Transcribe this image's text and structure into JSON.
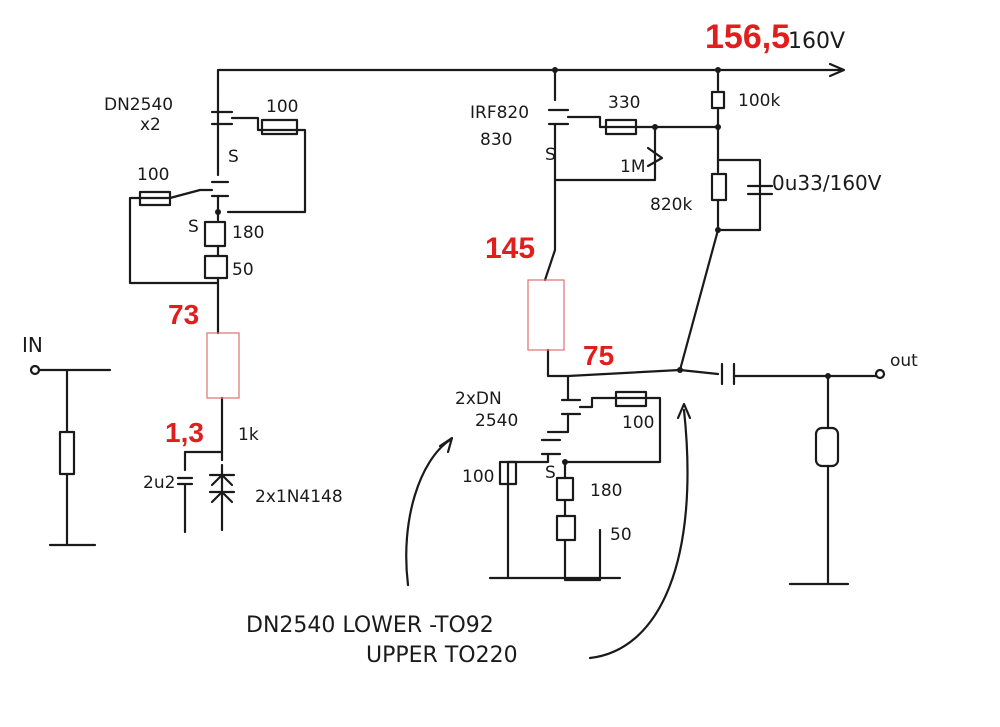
{
  "colors": {
    "ink": "#1a1a1a",
    "red": "#e01e1e",
    "placeholder_stroke": "#e07070"
  },
  "left_stage": {
    "mosfet_label": "DN2540",
    "mosfet_count": "x2",
    "gate_res_top": "100",
    "gate_res_mid": "100",
    "source_pin_top": "S",
    "source_pin_mid": "S",
    "res_180": "180",
    "res_50": "50",
    "node_voltage_top": "73",
    "node_voltage_bottom": "1,3",
    "resistor_1k": "1k",
    "cap_label": "2u2",
    "diode_label": "2x1N4148"
  },
  "input_label": "IN",
  "right_stage": {
    "top_mosfet_label": "IRF820",
    "top_mosfet_pkg": "830",
    "gate_res_330": "330",
    "pin_s": "S",
    "res_1m": "1M",
    "res_100k": "100k",
    "res_820k": "820k",
    "cap_label": "0u33/160V",
    "node_voltage_supply": "156,5",
    "supply_label": "160V",
    "node_voltage_mid": "145",
    "node_voltage_out": "75",
    "lower_mosfet_label": "2xDN",
    "lower_mosfet_part": "2540",
    "res_100_right": "100",
    "res_100_left": "100",
    "res_180": "180",
    "res_50": "50",
    "pin_s_lower": "S",
    "output_label": "out"
  },
  "notes": {
    "line1": "DN2540  LOWER  -TO92",
    "line2": "UPPER  TO220"
  }
}
